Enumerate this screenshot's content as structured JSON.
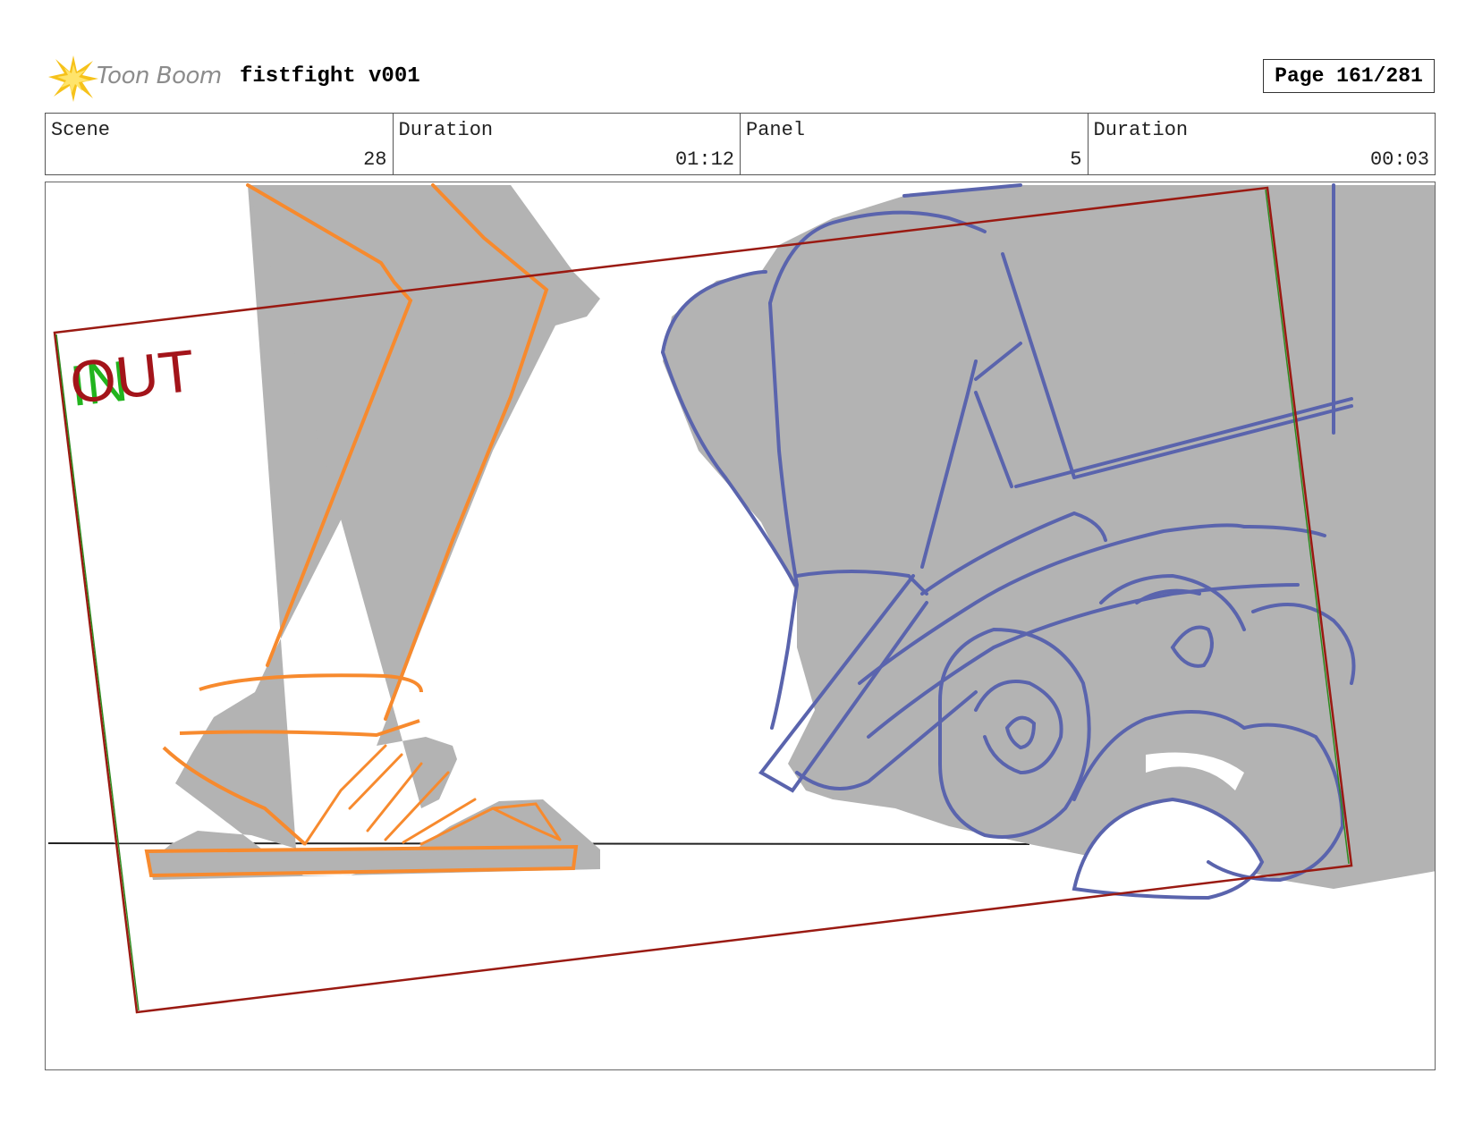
{
  "header": {
    "logo_text": "Toon Boom",
    "project_title": "fistfight v001",
    "page_label": "Page 161/281"
  },
  "info": [
    {
      "label": "Scene",
      "value": "28"
    },
    {
      "label": "Duration",
      "value": "01:12"
    },
    {
      "label": "Panel",
      "value": "5"
    },
    {
      "label": "Duration",
      "value": "00:03"
    }
  ],
  "panel": {
    "markers": {
      "in_label": "IN",
      "out_label": "OUT"
    },
    "colors": {
      "fill_gray": "#b3b3b3",
      "leg_outline": "#f78a2e",
      "car_outline": "#5a64ad",
      "camera_frame": "#9a1a12",
      "camera_frame_green": "#2f8a1f",
      "in_color": "#22b41e",
      "out_color": "#a3141a"
    }
  }
}
